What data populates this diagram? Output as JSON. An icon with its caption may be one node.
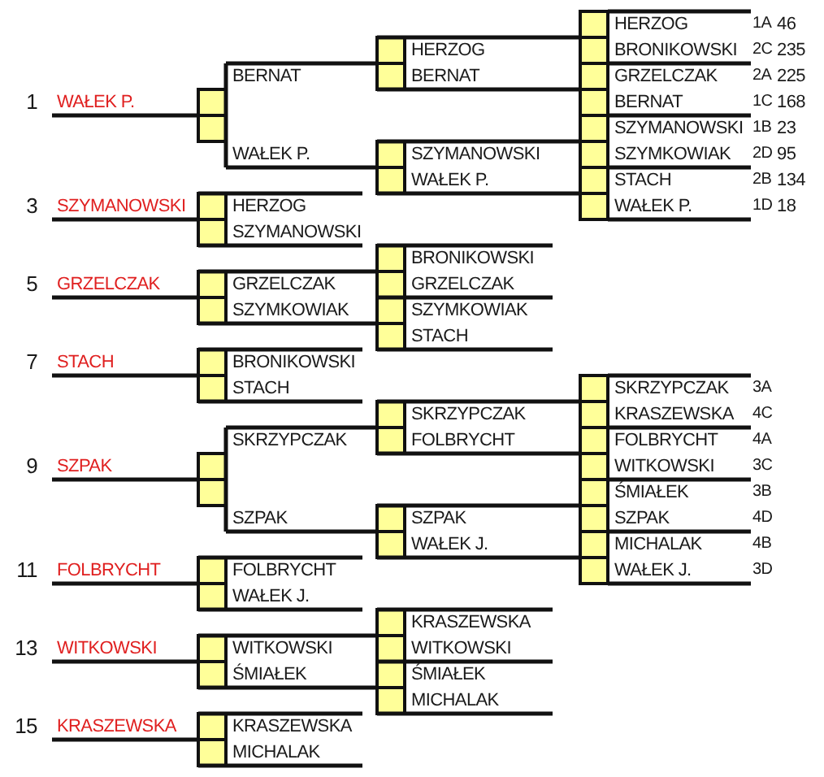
{
  "diagram": {
    "labels": [
      "HERZOG",
      "1A",
      "46",
      "HERZOG",
      "BRONIKOWSKI",
      "2C",
      "235",
      "BERNAT",
      "BERNAT",
      "GRZELCZAK",
      "2A",
      "225",
      "1",
      "WAŁEK P.",
      "BERNAT",
      "1C",
      "168",
      "SZYMANOWSKI",
      "1B",
      "23",
      "WAŁEK P.",
      "SZYMANOWSKI",
      "SZYMKOWIAK",
      "2D",
      "95",
      "WAŁEK P.",
      "STACH",
      "2B",
      "134",
      "3",
      "SZYMANOWSKI",
      "HERZOG",
      "WAŁEK P.",
      "1D",
      "18",
      "SZYMANOWSKI",
      "BRONIKOWSKI",
      "5",
      "GRZELCZAK",
      "GRZELCZAK",
      "GRZELCZAK",
      "SZYMKOWIAK",
      "SZYMKOWIAK",
      "STACH",
      "7",
      "STACH",
      "BRONIKOWSKI",
      "STACH",
      "SKRZYPCZAK",
      "3A",
      "SKRZYPCZAK",
      "KRASZEWSKA",
      "4C",
      "SKRZYPCZAK",
      "FOLBRYCHT",
      "FOLBRYCHT",
      "4A",
      "9",
      "SZPAK",
      "WITKOWSKI",
      "3C",
      "ŚMIAŁEK",
      "3B",
      "SZPAK",
      "SZPAK",
      "SZPAK",
      "4D",
      "WAŁEK J.",
      "MICHALAK",
      "4B",
      "11",
      "FOLBRYCHT",
      "FOLBRYCHT",
      "WAŁEK J.",
      "3D",
      "WAŁEK J.",
      "KRASZEWSKA",
      "13",
      "WITKOWSKI",
      "WITKOWSKI",
      "WITKOWSKI",
      "ŚMIAŁEK",
      "ŚMIAŁEK",
      "MICHALAK",
      "15",
      "KRASZEWSKA",
      "KRASZEWSKA",
      "MICHALAK"
    ]
  }
}
